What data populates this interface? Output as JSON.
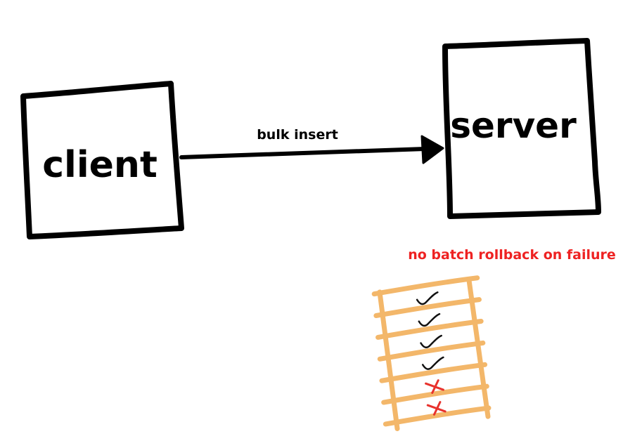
{
  "diagram": {
    "client": {
      "label": "client"
    },
    "server": {
      "label": "server"
    },
    "arrow": {
      "label": "bulk insert"
    },
    "note": {
      "label": "no batch rollback on failure"
    },
    "batch": {
      "rows": [
        {
          "status": "success"
        },
        {
          "status": "success"
        },
        {
          "status": "success"
        },
        {
          "status": "success"
        },
        {
          "status": "failure"
        },
        {
          "status": "failure"
        }
      ]
    }
  },
  "colors": {
    "ink": "#000000",
    "note": "#ee2222",
    "batch_frame": "#f3b76a",
    "success_mark": "#111111",
    "failure_mark": "#e8322d"
  }
}
